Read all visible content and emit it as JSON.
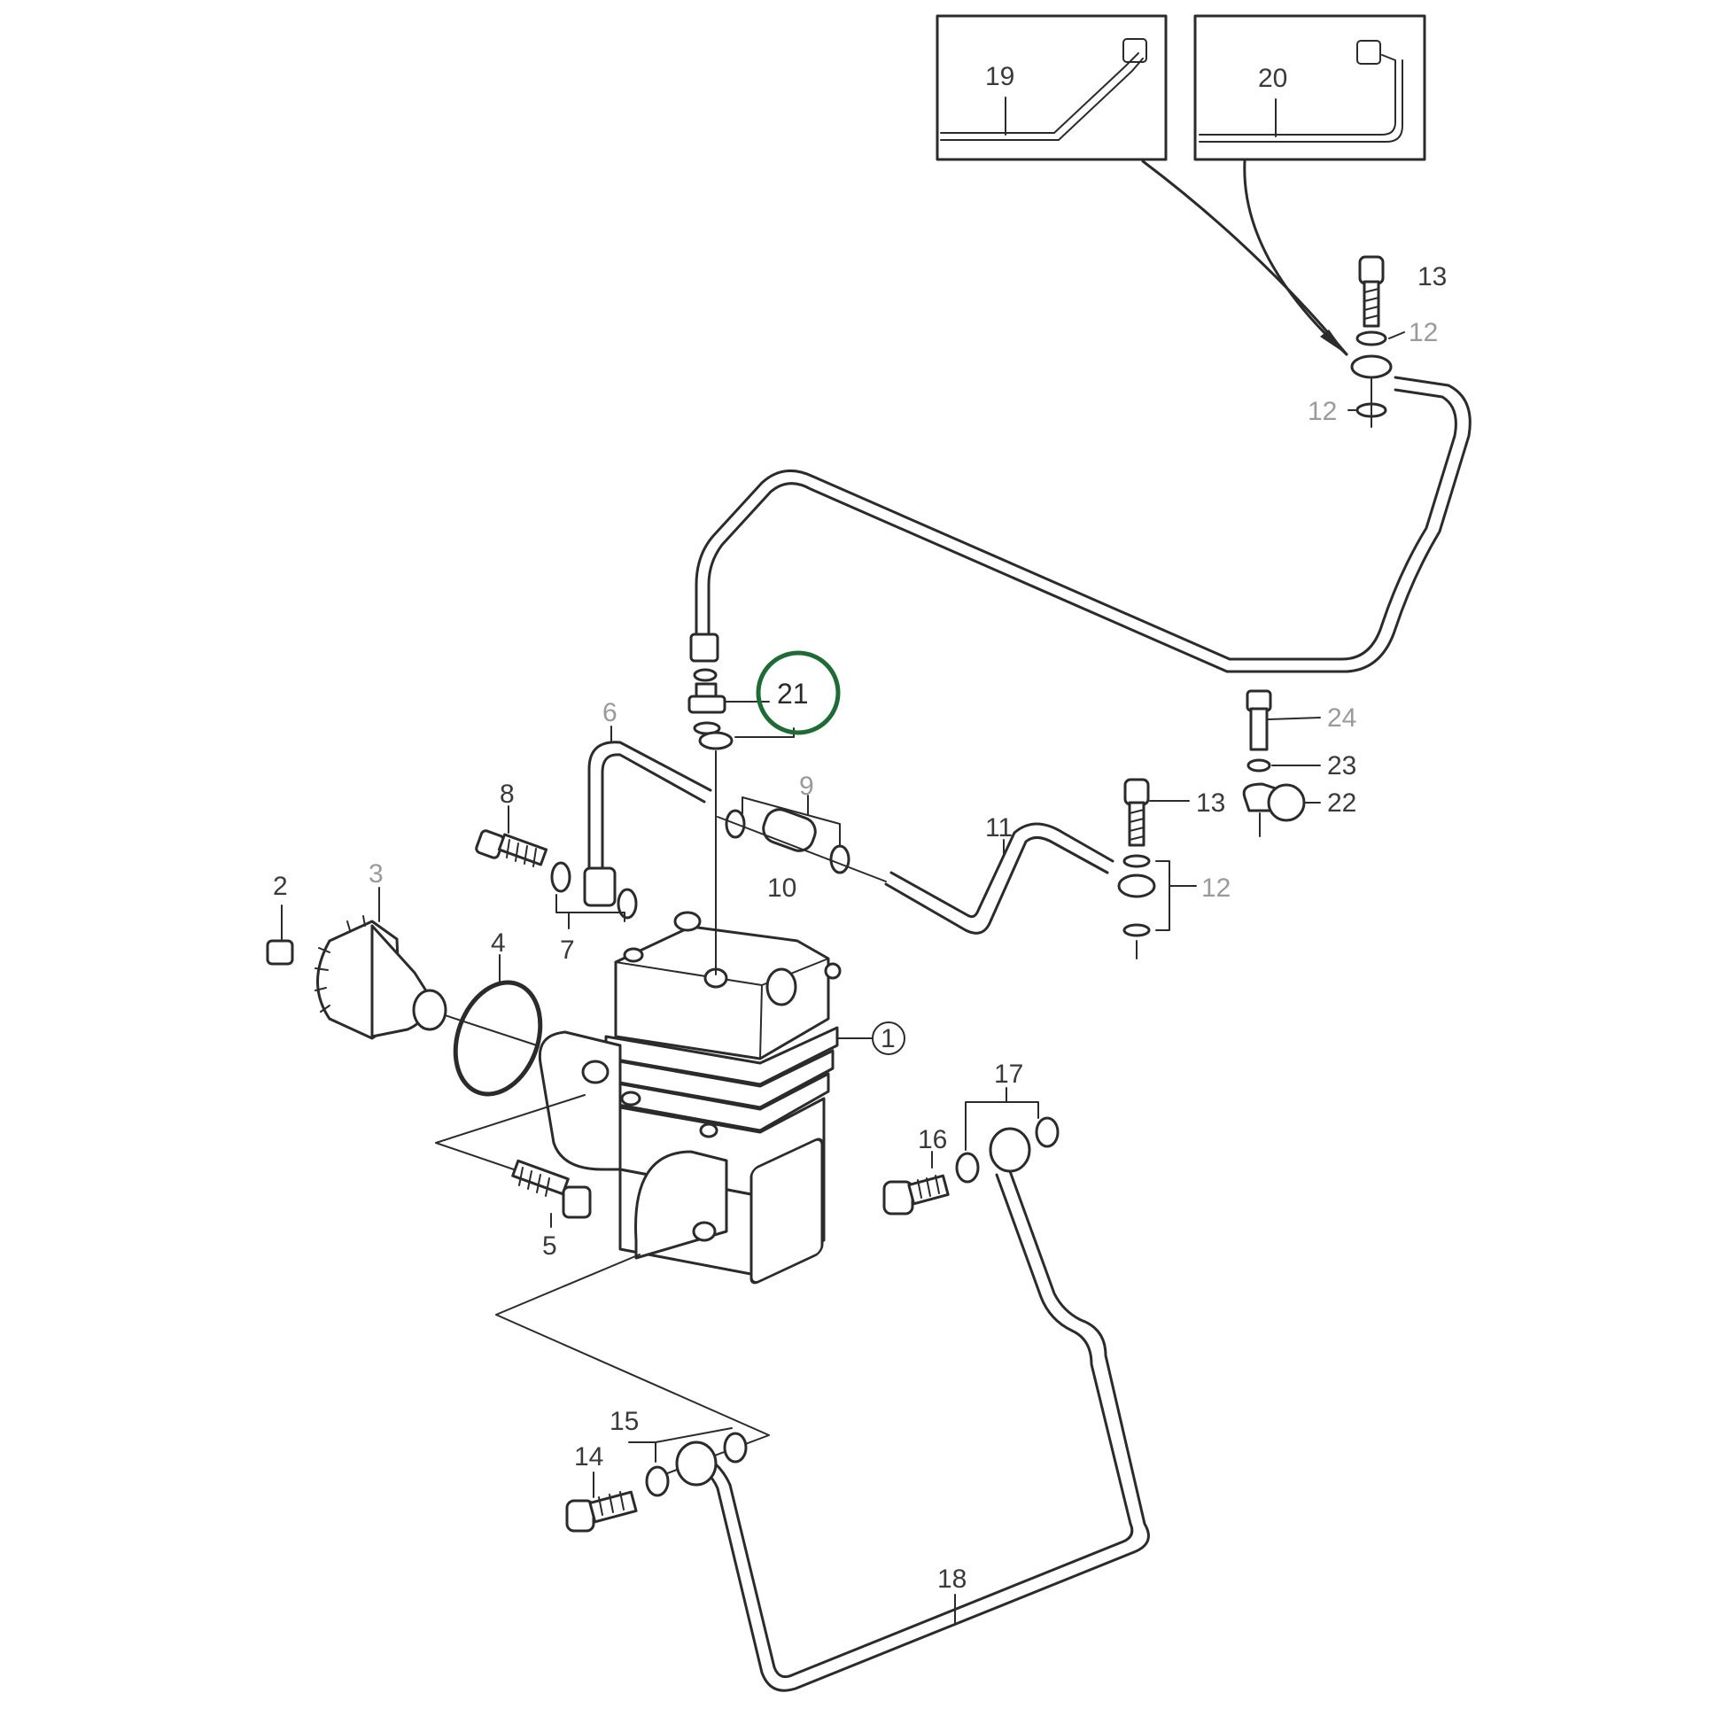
{
  "labels": {
    "p1": "1",
    "p2": "2",
    "p3": "3",
    "p4": "4",
    "p5": "5",
    "p6": "6",
    "p7": "7",
    "p8": "8",
    "p9": "9",
    "p10": "10",
    "p11": "11",
    "p12a": "12",
    "p12b": "12",
    "p12c": "12",
    "p13a": "13",
    "p13b": "13",
    "p14": "14",
    "p15": "15",
    "p16": "16",
    "p17": "17",
    "p18": "18",
    "p19": "19",
    "p20": "20",
    "p21": "21",
    "p22": "22",
    "p23": "23",
    "p24": "24"
  },
  "colors": {
    "line": "#2b2b2b",
    "highlight": "#1f6b36",
    "muted_label": "#9a9a9a"
  }
}
